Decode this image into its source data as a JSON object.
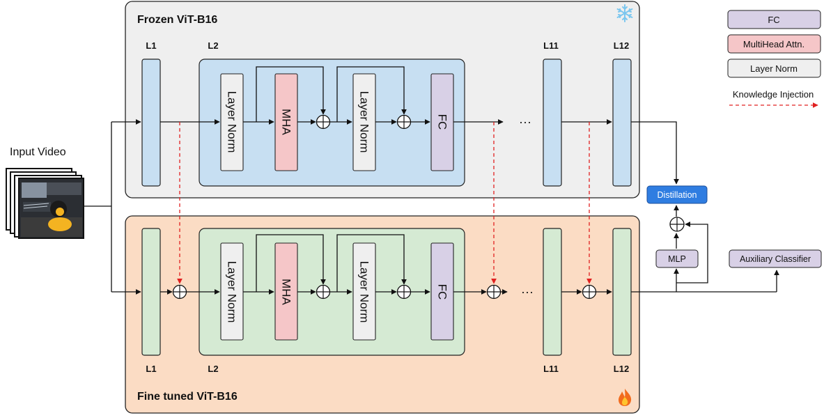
{
  "input": {
    "label": "Input Video"
  },
  "frozen": {
    "title": "Frozen ViT-B16",
    "icon": "snowflake-icon",
    "labels": {
      "l1": "L1",
      "l2": "L2",
      "l11": "L11",
      "l12": "L12"
    }
  },
  "finetuned": {
    "title": "Fine tuned ViT-B16",
    "icon": "fire-icon",
    "labels": {
      "l1": "L1",
      "l2": "L2",
      "l11": "L11",
      "l12": "L12"
    }
  },
  "block": {
    "layer_norm": "Layer Norm",
    "mha": "MHA",
    "fc": "FC",
    "ellipsis": "···"
  },
  "right": {
    "distillation": "Distillation",
    "mlp": "MLP",
    "aux": "Auxiliary Classifier"
  },
  "legend": {
    "fc": "FC",
    "mha": "MultiHead Attn.",
    "ln": "Layer Norm",
    "ki": "Knowledge Injection"
  },
  "colors": {
    "frozen_panel": "#efefef",
    "finetuned_panel": "#fbdcc4",
    "frozen_layer": "#c7dff2",
    "finetuned_layer": "#d5ead3",
    "fc": "#d8d0e6",
    "mha": "#f5c6c8",
    "layer_norm": "#efefef",
    "distillation": "#2f7de1",
    "knowledge_injection": "#e02020"
  }
}
